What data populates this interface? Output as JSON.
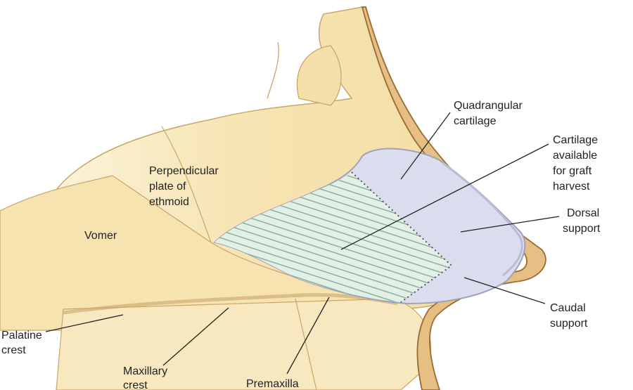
{
  "labels": {
    "quadrangular": [
      "Quadrangular",
      "cartilage"
    ],
    "graft": [
      "Cartilage",
      "available",
      "for graft",
      "harvest"
    ],
    "dorsal": [
      "Dorsal",
      "support"
    ],
    "caudal": [
      "Caudal",
      "support"
    ],
    "ethmoid": [
      "Perpendicular",
      "plate of",
      "ethmoid"
    ],
    "vomer": "Vomer",
    "palatine": [
      "Palatine",
      "crest"
    ],
    "maxillary": [
      "Maxillary",
      "crest"
    ],
    "premaxilla": "Premaxilla"
  },
  "colors": {
    "bone": "#f6e7bb",
    "bone_outline": "#c9a56a",
    "skin": "#e6bf85",
    "skin_outline": "#9a6a30",
    "cartilage": "#dcdcef",
    "hatch_fill": "#e2f0e6",
    "hatch_line": "#7fa595"
  }
}
